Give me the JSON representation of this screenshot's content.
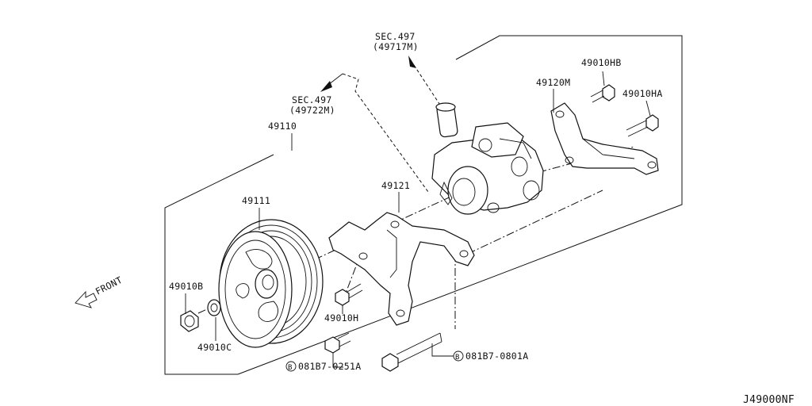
{
  "labels": {
    "sec_top_1": "SEC.497",
    "sec_top_2": "(49717M)",
    "sec_mid_1": "SEC.497",
    "sec_mid_2": "(49722M)",
    "p49110": "49110",
    "p49111": "49111",
    "p49121": "49121",
    "p49120M": "49120M",
    "p49010HB": "49010HB",
    "p49010HA": "49010HA",
    "p49010B": "49010B",
    "p49010C": "49010C",
    "p49010H": "49010H",
    "bolt_0251A": "081B7-0251A",
    "bolt_0801A": "081B7-0801A",
    "bolt_marker": "B",
    "front": "FRONT",
    "diagram_code": "J49000NF"
  }
}
